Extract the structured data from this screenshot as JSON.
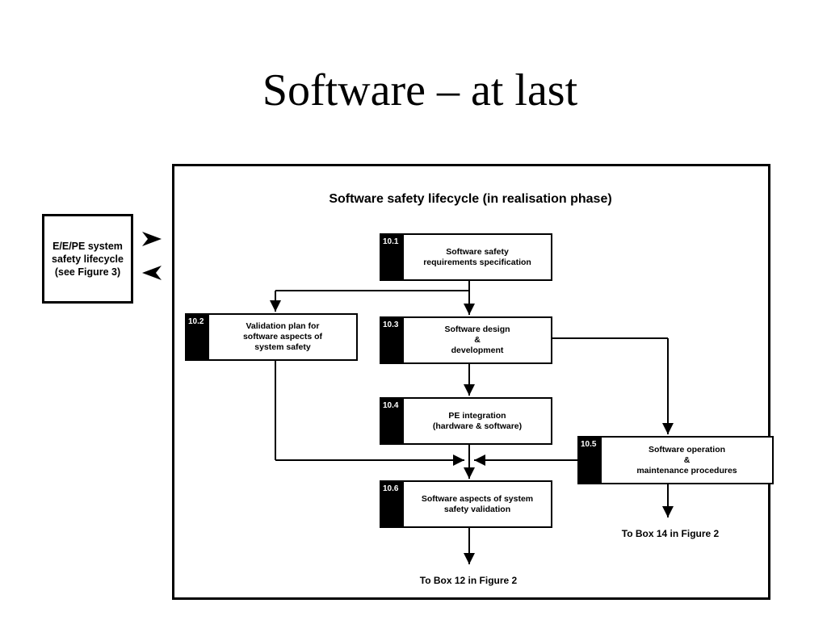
{
  "slide": {
    "title": "Software – at last"
  },
  "diagram": {
    "title": "Software safety lifecycle (in realisation phase)",
    "side_box": {
      "lines": [
        "E/E/PE system",
        "safety lifecycle",
        "(see Figure  3)"
      ]
    },
    "boxes": {
      "b10_1": {
        "num": "10.1",
        "lines": [
          "Software safety",
          "requirements specification"
        ]
      },
      "b10_2": {
        "num": "10.2",
        "lines": [
          "Validation plan for",
          "software aspects of",
          "system safety"
        ]
      },
      "b10_3": {
        "num": "10.3",
        "lines": [
          "Software design",
          "&",
          "development"
        ]
      },
      "b10_4": {
        "num": "10.4",
        "lines": [
          "PE integration",
          "(hardware & software)"
        ]
      },
      "b10_5": {
        "num": "10.5",
        "lines": [
          "Software operation",
          "&",
          "maintenance procedures"
        ]
      },
      "b10_6": {
        "num": "10.6",
        "lines": [
          "Software aspects of system",
          "safety validation"
        ]
      }
    },
    "notes": {
      "to_box_14": "To Box 14 in Figure 2",
      "to_box_12": "To Box 12 in Figure 2"
    }
  }
}
